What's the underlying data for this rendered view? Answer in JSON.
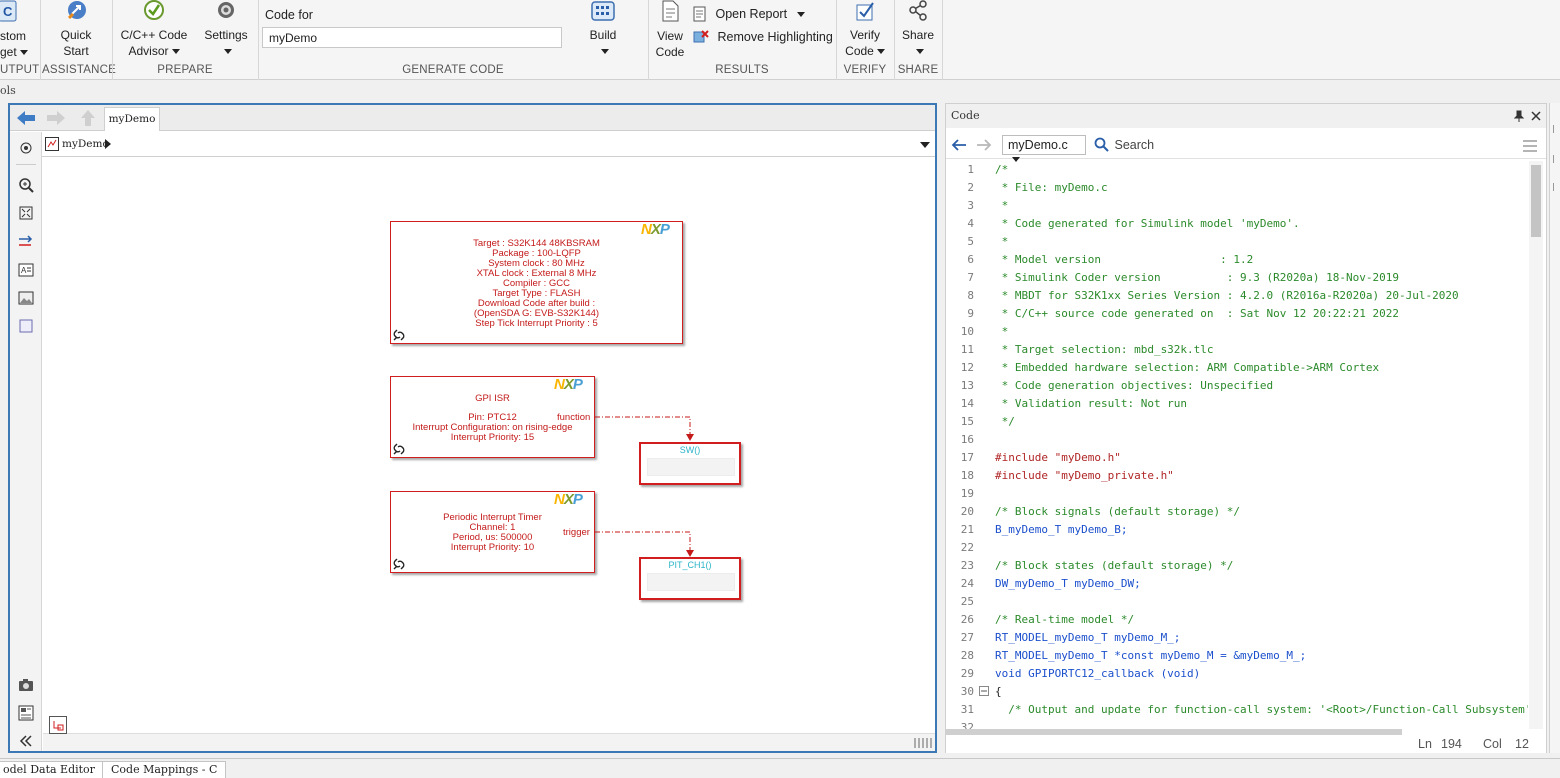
{
  "toolstrip": {
    "output_btn": {
      "line1": "stom",
      "line2": "get"
    },
    "output_group": "UTPUT",
    "quick_start": {
      "line1": "Quick",
      "line2": "Start"
    },
    "assistance_group": "ASSISTANCE",
    "advisor": {
      "line1": "C/C++ Code",
      "line2": "Advisor"
    },
    "settings": "Settings",
    "prepare_group": "PREPARE",
    "code_for_label": "Code for",
    "code_for_value": "myDemo",
    "build": "Build",
    "generate_group": "GENERATE CODE",
    "view_code": {
      "line1": "View",
      "line2": "Code"
    },
    "open_report": "Open Report",
    "remove_highlighting": "Remove Highlighting",
    "results_group": "RESULTS",
    "verify_code": {
      "line1": "Verify",
      "line2": "Code"
    },
    "verify_group": "VERIFY",
    "share": "Share",
    "share_group": "SHARE"
  },
  "tools_row": {
    "label": "ols"
  },
  "model": {
    "tab": "myDemo",
    "address": "myDemo",
    "config_block": {
      "lines": [
        "Target : S32K144 48KBSRAM",
        "Package : 100-LQFP",
        "System clock : 80 MHz",
        "XTAL clock : External 8 MHz",
        "Compiler : GCC",
        "Target Type : FLASH",
        "Download Code after build :",
        "(OpenSDA G: EVB-S32K144)",
        "Step Tick Interrupt Priority : 5"
      ]
    },
    "gpi_block": {
      "title": "GPI ISR",
      "lines": [
        "Pin: PTC12",
        "Interrupt Configuration: on rising-edge",
        "Interrupt Priority: 15"
      ],
      "port": "function"
    },
    "pit_block": {
      "title": "Periodic Interrupt Timer",
      "lines": [
        "Channel: 1",
        "Period, us: 500000",
        "Interrupt Priority: 10"
      ],
      "port": "trigger"
    },
    "sw_subsystem": "SW()",
    "pit_subsystem": "PIT_CH1()",
    "logo": {
      "n": "N",
      "x": "X",
      "p": "P"
    }
  },
  "code_panel": {
    "title": "Code",
    "file": "myDemo.c",
    "search_placeholder": "Search",
    "ln_label": "Ln",
    "ln_value": "194",
    "col_label": "Col",
    "col_value": "12",
    "lines": [
      {
        "n": "1",
        "t": "/*",
        "c": "cm"
      },
      {
        "n": "2",
        "t": " * File: myDemo.c",
        "c": "cm"
      },
      {
        "n": "3",
        "t": " *",
        "c": "cm"
      },
      {
        "n": "4",
        "t": " * Code generated for Simulink model 'myDemo'.",
        "c": "cm"
      },
      {
        "n": "5",
        "t": " *",
        "c": "cm"
      },
      {
        "n": "6",
        "t": " * Model version                  : 1.2",
        "c": "cm"
      },
      {
        "n": "7",
        "t": " * Simulink Coder version          : 9.3 (R2020a) 18-Nov-2019",
        "c": "cm"
      },
      {
        "n": "8",
        "t": " * MBDT for S32K1xx Series Version : 4.2.0 (R2016a-R2020a) 20-Jul-2020",
        "c": "cm"
      },
      {
        "n": "9",
        "t": " * C/C++ source code generated on  : Sat Nov 12 20:22:21 2022",
        "c": "cm"
      },
      {
        "n": "10",
        "t": " *",
        "c": "cm"
      },
      {
        "n": "11",
        "t": " * Target selection: mbd_s32k.tlc",
        "c": "cm"
      },
      {
        "n": "12",
        "t": " * Embedded hardware selection: ARM Compatible->ARM Cortex",
        "c": "cm"
      },
      {
        "n": "13",
        "t": " * Code generation objectives: Unspecified",
        "c": "cm"
      },
      {
        "n": "14",
        "t": " * Validation result: Not run",
        "c": "cm"
      },
      {
        "n": "15",
        "t": " */",
        "c": "cm"
      },
      {
        "n": "16",
        "t": "",
        "c": "tx"
      },
      {
        "n": "17",
        "t": "#include \"myDemo.h\"",
        "c": "pp"
      },
      {
        "n": "18",
        "t": "#include \"myDemo_private.h\"",
        "c": "pp"
      },
      {
        "n": "19",
        "t": "",
        "c": "tx"
      },
      {
        "n": "20",
        "t": "/* Block signals (default storage) */",
        "c": "cm"
      },
      {
        "n": "21",
        "t": "B_myDemo_T myDemo_B;",
        "c": "kw"
      },
      {
        "n": "22",
        "t": "",
        "c": "tx"
      },
      {
        "n": "23",
        "t": "/* Block states (default storage) */",
        "c": "cm"
      },
      {
        "n": "24",
        "t": "DW_myDemo_T myDemo_DW;",
        "c": "kw"
      },
      {
        "n": "25",
        "t": "",
        "c": "tx"
      },
      {
        "n": "26",
        "t": "/* Real-time model */",
        "c": "cm"
      },
      {
        "n": "27",
        "t": "RT_MODEL_myDemo_T myDemo_M_;",
        "c": "kw"
      },
      {
        "n": "28",
        "t": "RT_MODEL_myDemo_T *const myDemo_M = &myDemo_M_;",
        "c": "kw"
      },
      {
        "n": "29",
        "t": "void GPIPORTC12_callback (void)",
        "c": "kw"
      },
      {
        "n": "30",
        "t": "{",
        "c": "tx"
      },
      {
        "n": "31",
        "t": "  /* Output and update for function-call system: '<Root>/Function-Call Subsystem'",
        "c": "cm"
      },
      {
        "n": "32",
        "t": "",
        "c": "tx"
      }
    ]
  },
  "bottom_tabs": {
    "tab1": "odel Data Editor",
    "tab2": "Code Mappings - C"
  },
  "colors": {
    "accent": "#3c78b4",
    "block_red": "#d11d1d",
    "comment_green": "#2b8a2b"
  }
}
